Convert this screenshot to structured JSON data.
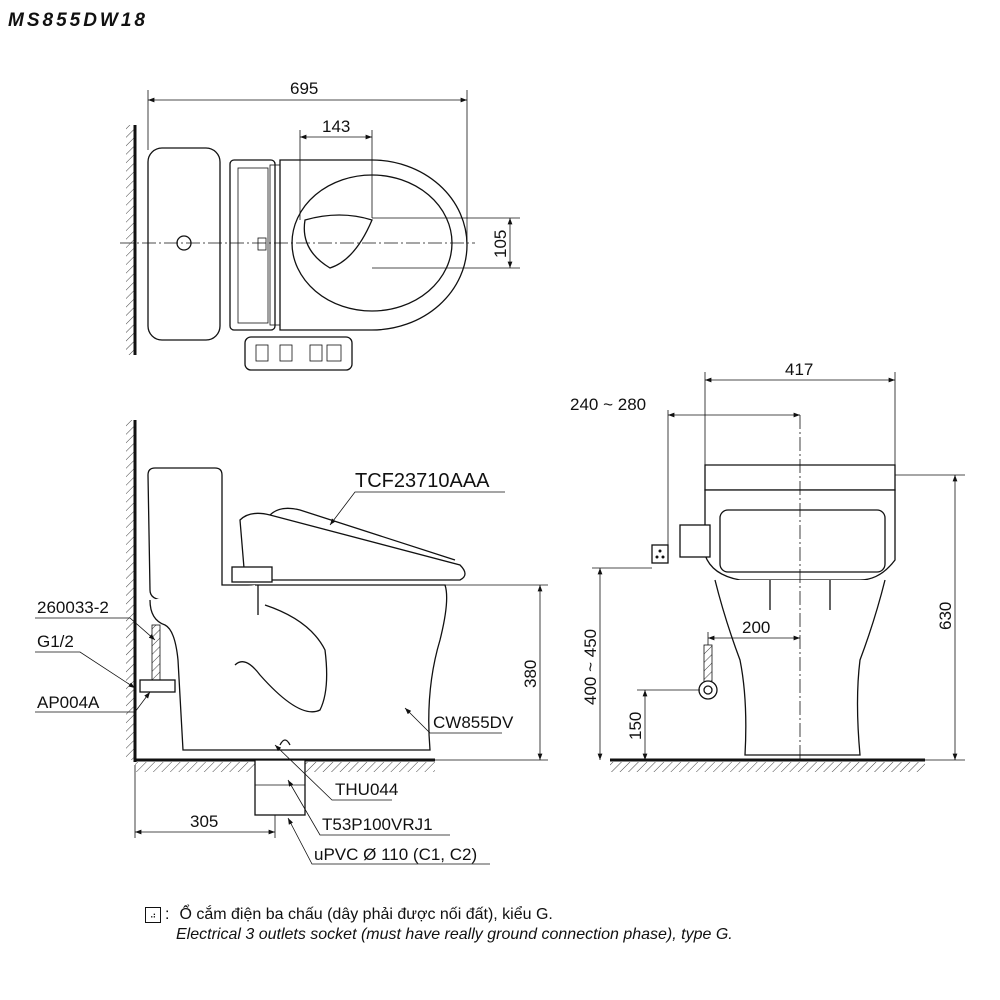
{
  "title": "MS855DW18",
  "dimensions": {
    "top_length": "695",
    "top_seat_offset": "143",
    "top_offset_105": "105",
    "front_width": "417",
    "front_socket_offset": "240 ~ 280",
    "front_height": "630",
    "front_socket_height": "400 ~ 450",
    "front_supply_height": "150",
    "front_supply_offset": "200",
    "side_height": "380",
    "side_rough_in": "305"
  },
  "labels": {
    "seat": "TCF23710AAA",
    "hose": "260033-2",
    "thread": "G1/2",
    "valve": "AP004A",
    "bowl": "CW855DV",
    "flange": "THU044",
    "adapter": "T53P100VRJ1",
    "pipe": "uPVC Ø 110 (C1, C2)"
  },
  "legend": {
    "symbol": "⠴",
    "vi": "Ổ cắm điện ba chấu (dây phải được nối đất), kiểu G.",
    "en": "Electrical 3 outlets socket (must have really ground connection phase), type G."
  }
}
